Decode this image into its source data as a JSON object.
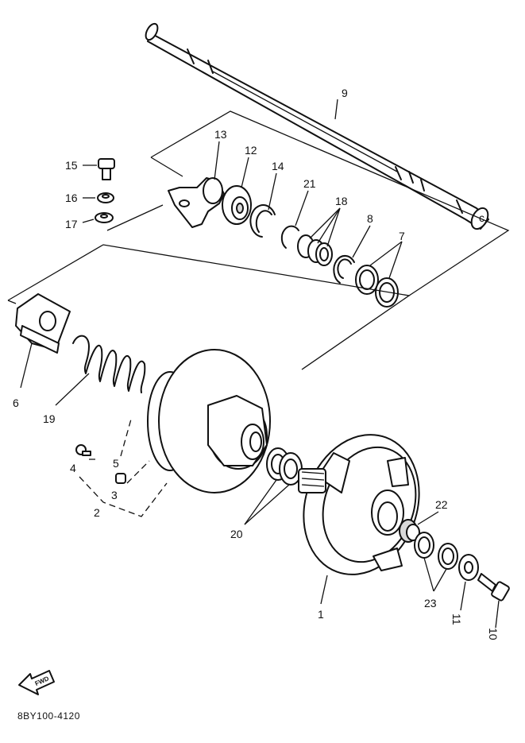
{
  "diagram": {
    "code": "8BY100-4120",
    "fwd_label": "FWD",
    "callouts": {
      "p1": "1",
      "p2": "2",
      "p3": "3",
      "p4": "4",
      "p5": "5",
      "p6": "6",
      "p7": "7",
      "p8": "8",
      "p9": "9",
      "p10": "10",
      "p11": "11",
      "p12": "12",
      "p13": "13",
      "p14": "14",
      "p15": "15",
      "p16": "16",
      "p17": "17",
      "p18": "18",
      "p19": "19",
      "p20": "20",
      "p21": "21",
      "p22": "22",
      "p23": "23"
    }
  }
}
